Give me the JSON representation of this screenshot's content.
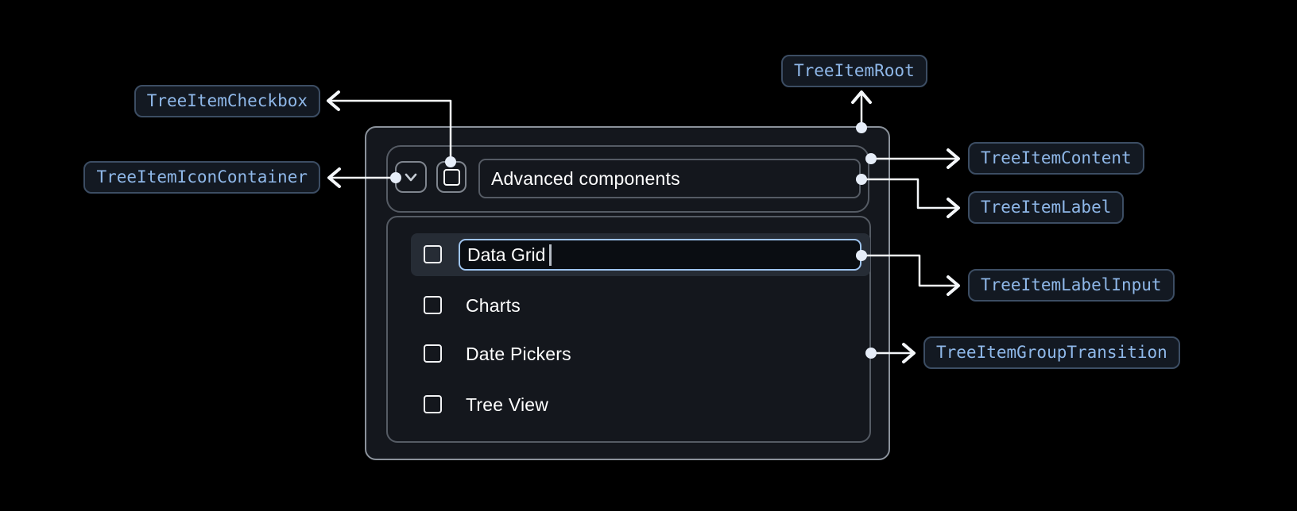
{
  "diagram": {
    "badges": [
      {
        "id": "tree-item-checkbox",
        "label": "TreeItemCheckbox"
      },
      {
        "id": "tree-item-icon-container",
        "label": "TreeItemIconContainer"
      },
      {
        "id": "tree-item-root",
        "label": "TreeItemRoot"
      },
      {
        "id": "tree-item-content",
        "label": "TreeItemContent"
      },
      {
        "id": "tree-item-label",
        "label": "TreeItemLabel"
      },
      {
        "id": "tree-item-label-input",
        "label": "TreeItemLabelInput"
      },
      {
        "id": "tree-item-group-transition",
        "label": "TreeItemGroupTransition"
      }
    ]
  },
  "tree": {
    "parent_item": {
      "label": "Advanced components",
      "expanded": true,
      "checked": false,
      "expand_icon": "chevron-down"
    },
    "children": [
      {
        "label": "Data Grid",
        "state": "editing",
        "input_value": "Data Grid",
        "checked": false,
        "selected": true
      },
      {
        "label": "Charts",
        "checked": false,
        "selected": false
      },
      {
        "label": "Date Pickers",
        "checked": false,
        "selected": false
      },
      {
        "label": "Tree View",
        "checked": false,
        "selected": false
      }
    ]
  },
  "colors": {
    "background": "#000000",
    "root_bg": "#14171d",
    "root_border": "#8b929b",
    "inner_border": "#555b64",
    "badge_bg": "#131922",
    "badge_border": "#3c4d63",
    "badge_text": "#8fb8e9",
    "selected_row_bg": "#262c35",
    "input_focus_border": "#9fc5f1",
    "connector": "#f4f7fa",
    "text": "#ffffff"
  }
}
